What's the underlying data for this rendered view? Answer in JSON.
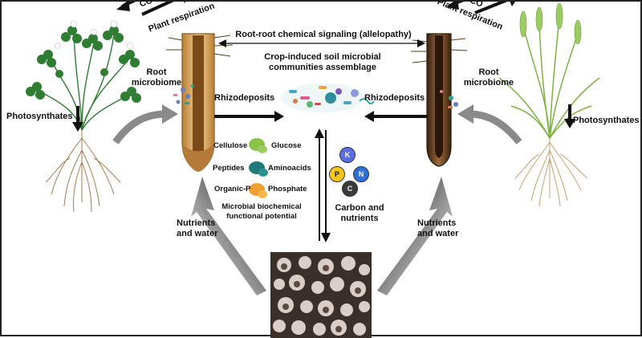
{
  "labels": {
    "co2_left": "CO",
    "co2_right": "CO",
    "plant_respiration_left": "Plant respiration",
    "plant_respiration_right": "Plant respiration",
    "allelopathy": "Root-root chemical signaling (allelopathy)",
    "assemblage_line1": "Crop-induced soil microbial",
    "assemblage_line2": "communities assemblage",
    "root_microbiome_left_1": "Root",
    "root_microbiome_left_2": "microbiome",
    "root_microbiome_right_1": "Root",
    "root_microbiome_right_2": "microbiome",
    "rhizodeposits_left": "Rhizodeposits",
    "rhizodeposits_right": "Rhizodeposits",
    "photosynthates_left": "Photosynthates",
    "photosynthates_right": "Photosynthates",
    "cellulose": "Cellulose",
    "glucose": "Glucose",
    "peptides": "Peptides",
    "aminoacids": "Aminoacids",
    "organic_p": "Organic-P",
    "phosphate": "Phosphate",
    "functional_line1": "Microbial biochemical",
    "functional_line2": "functional potential",
    "carbon_line1": "Carbon and",
    "carbon_line2": "nutrients",
    "nutrients_left_1": "Nutrients",
    "nutrients_left_2": "and water",
    "nutrients_right_1": "Nutrients",
    "nutrients_right_2": "and water"
  },
  "elements": {
    "k": "K",
    "p": "P",
    "n": "N",
    "c": "C"
  },
  "colors": {
    "clover_green": "#2e7d32",
    "wheat_green": "#8bc34a",
    "root_tan": "#d9a85a",
    "root_dark": "#5a3a1a",
    "soil_dark": "#3b2f2a",
    "arrow_black": "#111111",
    "arrow_gray": "#8a8a8a",
    "element_k": "#5b6ee1",
    "element_p": "#f5c518",
    "element_n": "#2e6fd8",
    "element_c": "#3a3a3a"
  }
}
